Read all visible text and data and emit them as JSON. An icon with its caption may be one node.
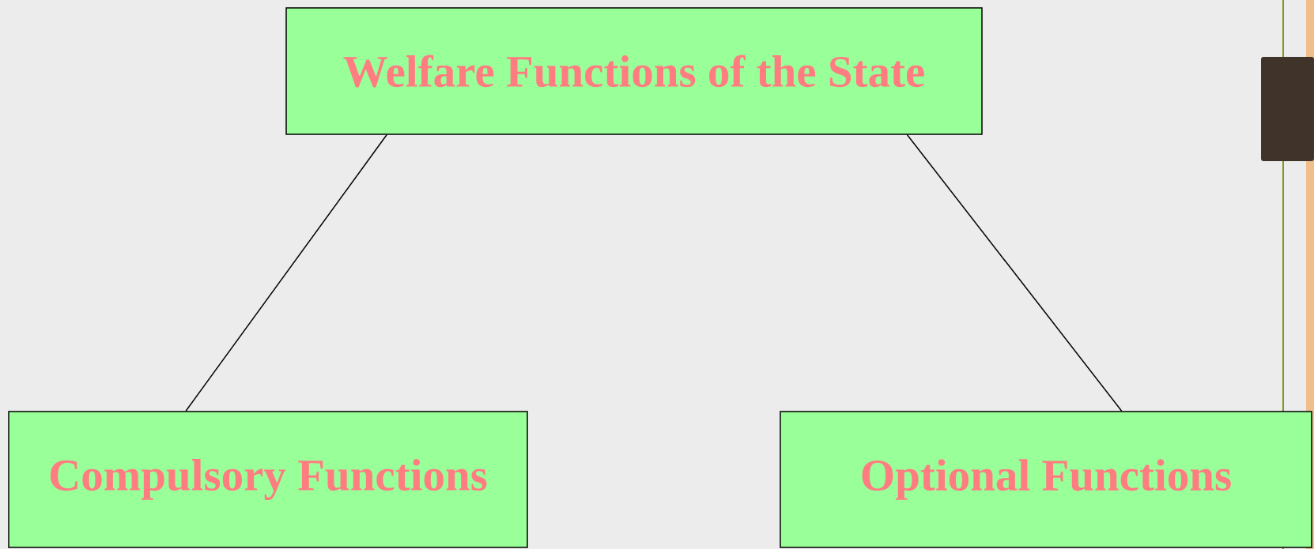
{
  "diagram": {
    "nodes": [
      {
        "text": [
          "Welfare Functions of the State"
        ]
      },
      {
        "text": [
          "Compulsory Functions"
        ]
      },
      {
        "text": [
          "Optional Functions"
        ]
      }
    ],
    "edges": [
      {
        "from": 0,
        "to": 1,
        "arrow": "none"
      },
      {
        "from": 0,
        "to": 2,
        "arrow": "none"
      }
    ]
  }
}
